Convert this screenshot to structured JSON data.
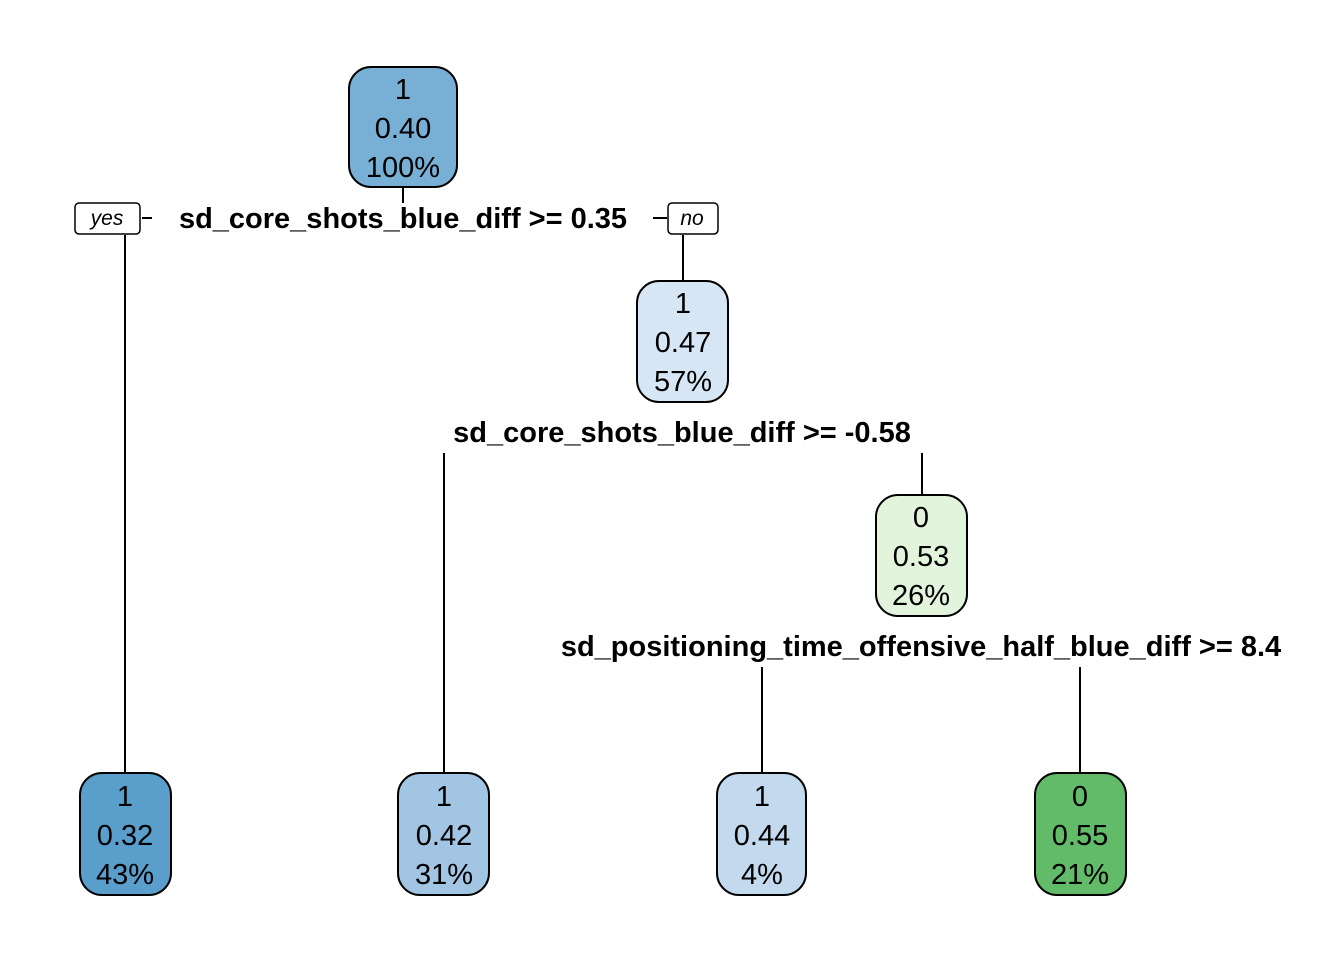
{
  "nodes": {
    "root": {
      "class": "1",
      "prob": "0.40",
      "pct": "100%",
      "fill": "#78afd5"
    },
    "n_mid": {
      "class": "1",
      "prob": "0.47",
      "pct": "57%",
      "fill": "#d7e6f4"
    },
    "n_26": {
      "class": "0",
      "prob": "0.53",
      "pct": "26%",
      "fill": "#e3f4dd"
    },
    "leaf_43": {
      "class": "1",
      "prob": "0.32",
      "pct": "43%",
      "fill": "#5a9fcc"
    },
    "leaf_31": {
      "class": "1",
      "prob": "0.42",
      "pct": "31%",
      "fill": "#a1c5e2"
    },
    "leaf_4": {
      "class": "1",
      "prob": "0.44",
      "pct": "4%",
      "fill": "#c2d9ee"
    },
    "leaf_21": {
      "class": "0",
      "prob": "0.55",
      "pct": "21%",
      "fill": "#62bb68"
    }
  },
  "splits": {
    "s1": "sd_core_shots_blue_diff >= 0.35",
    "s2": "sd_core_shots_blue_diff >= -0.58",
    "s3": "sd_positioning_time_offensive_half_blue_diff >= 8.4"
  },
  "branch_labels": {
    "yes": "yes",
    "no": "no"
  },
  "colors": {
    "stroke": "#000000",
    "background": "#ffffff"
  }
}
